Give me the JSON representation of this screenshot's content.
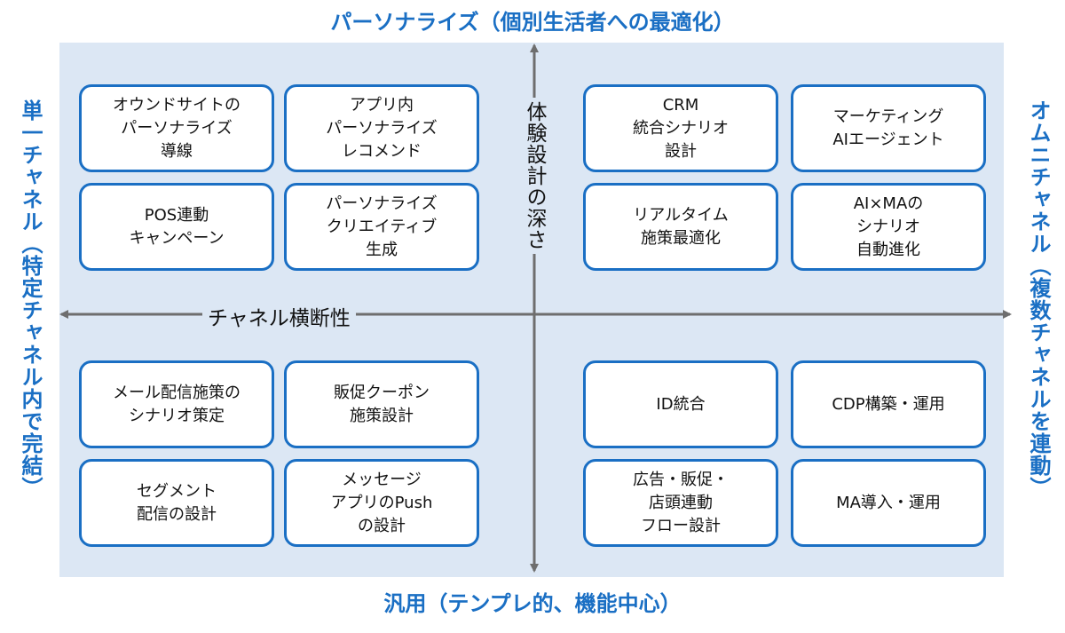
{
  "titles": {
    "top": "パーソナライズ（個別生活者への最適化）",
    "bottom": "汎用（テンプレ的、機能中心）",
    "left": "単一チャネル（特定チャネル内で完結）",
    "right": "オムニチャネル（複数チャネルを連動）"
  },
  "axes": {
    "horizontal": "チャネル横断性",
    "vertical": "体験設計の深さ"
  },
  "quadrants": {
    "top_left": [
      "オウンドサイトの\nパーソナライズ\n導線",
      "アプリ内\nパーソナライズ\nレコメンド",
      "POS連動\nキャンペーン",
      "パーソナライズ\nクリエイティブ\n生成"
    ],
    "top_right": [
      "CRM\n統合シナリオ\n設計",
      "マーケティング\nAIエージェント",
      "リアルタイム\n施策最適化",
      "AI×MAの\nシナリオ\n自動進化"
    ],
    "bottom_left": [
      "メール配信施策の\nシナリオ策定",
      "販促クーポン\n施策設計",
      "セグメント\n配信の設計",
      "メッセージ\nアプリのPush\nの設計"
    ],
    "bottom_right": [
      "ID統合",
      "CDP構築・運用",
      "広告・販促・\n店頭連動\nフロー設計",
      "MA導入・運用"
    ]
  },
  "colors": {
    "accent": "#1a6fc4",
    "panel": "#dce7f4",
    "axis": "#6e6e6e"
  }
}
